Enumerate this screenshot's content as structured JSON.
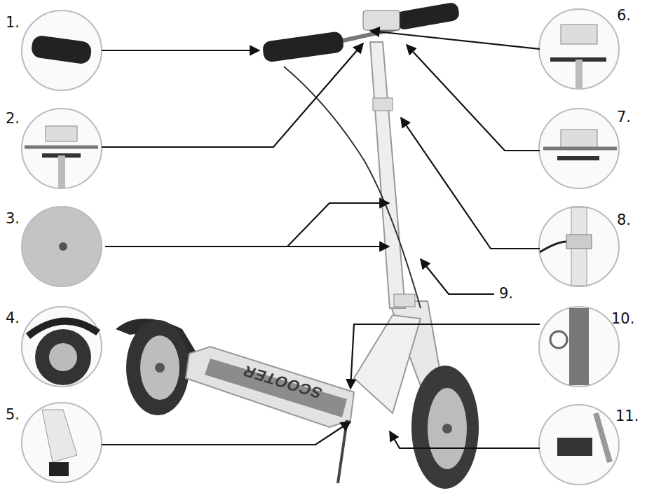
{
  "diagram": {
    "labels": [
      "1.",
      "2.",
      "3.",
      "4.",
      "5.",
      "6.",
      "7.",
      "8.",
      "9.",
      "10.",
      "11.",
      "SCOOTER"
    ]
  }
}
